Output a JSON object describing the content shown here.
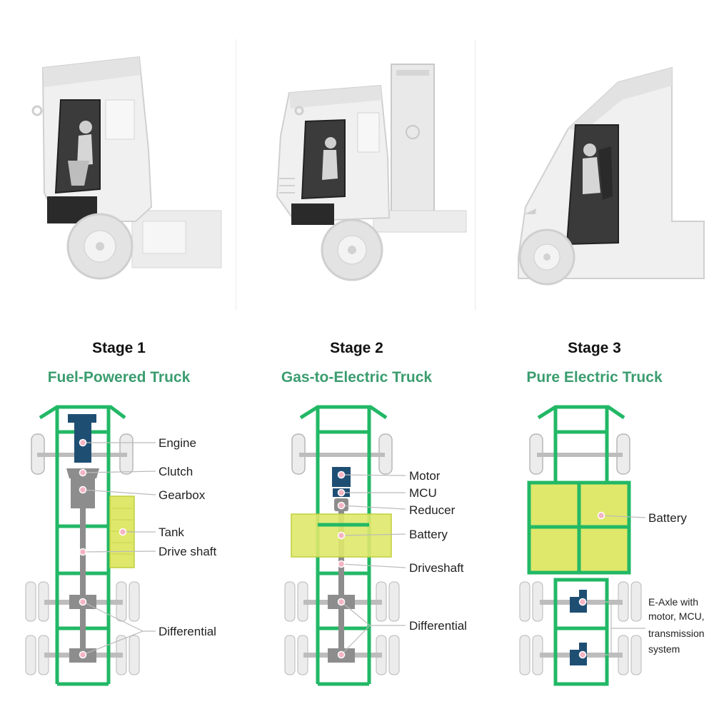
{
  "colors": {
    "frame": "#22b866",
    "engine": "#1f4e73",
    "component_gray": "#8d8d8d",
    "battery_fill": "#dfe86a",
    "battery_stroke": "#bfcf3f",
    "marker": "#f4b4c4",
    "title_green": "#3b9d6f",
    "wheel": "#e9e9e9",
    "truck_body": "#e6e6e6"
  },
  "stages": [
    {
      "stage_label": "Stage 1",
      "truck_label": "Fuel-Powered Truck",
      "components": [
        "Engine",
        "Clutch",
        "Gearbox",
        "Tank",
        "Drive shaft",
        "Differential"
      ]
    },
    {
      "stage_label": "Stage 2",
      "truck_label": "Gas-to-Electric Truck",
      "components": [
        "Motor",
        "MCU",
        "Reducer",
        "Battery",
        "Driveshaft",
        "Differential"
      ]
    },
    {
      "stage_label": "Stage 3",
      "truck_label": "Pure Electric Truck",
      "components": [
        "Battery",
        "E-Axle with",
        "motor, MCU,",
        "transmission",
        "system"
      ]
    }
  ]
}
